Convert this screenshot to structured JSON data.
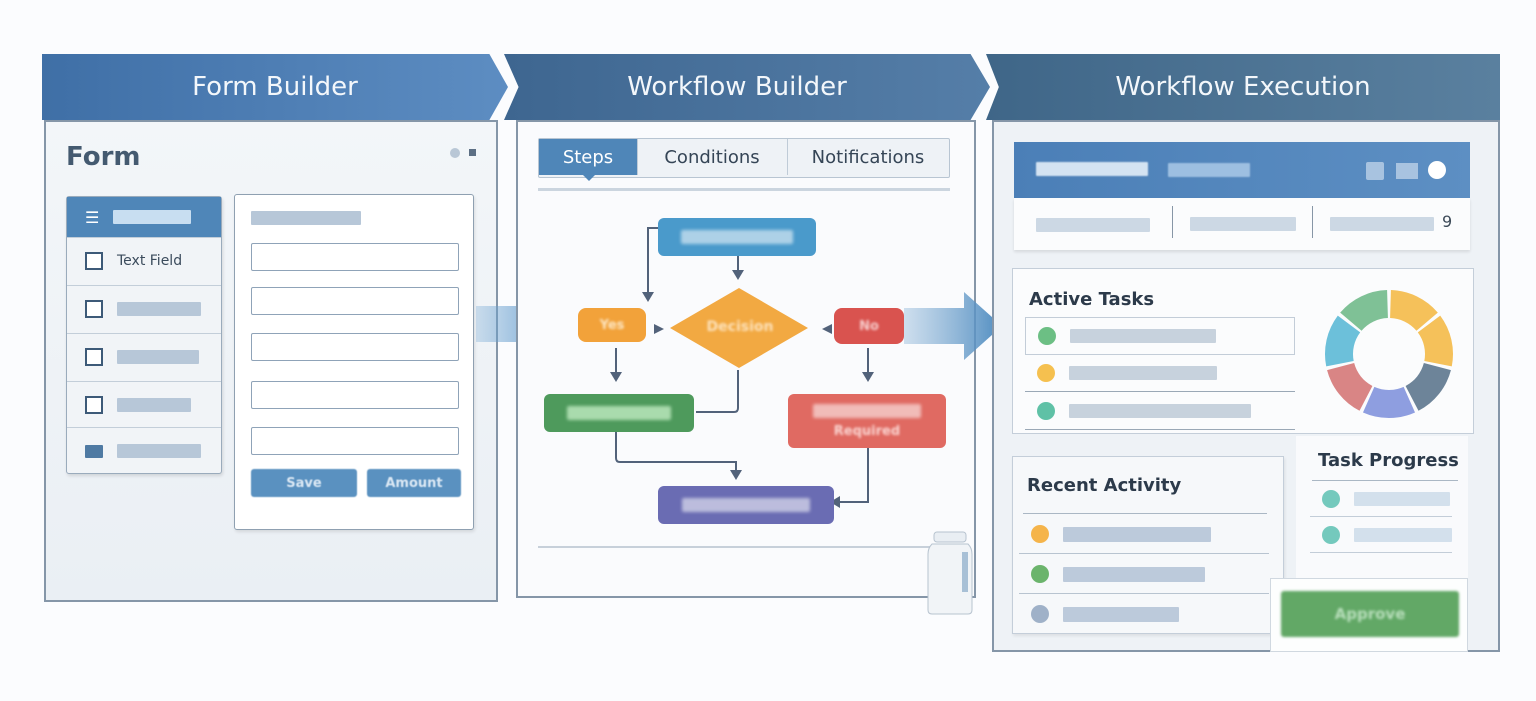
{
  "stages": {
    "form_builder": "Form Builder",
    "workflow_builder": "Workflow Builder",
    "workflow_execution": "Workflow Execution"
  },
  "form_builder": {
    "title": "Form",
    "field_list": [
      {
        "icon": "list-icon",
        "label": "",
        "selected": true
      },
      {
        "icon": "checkbox-icon",
        "label": "Text Field",
        "selected": false
      },
      {
        "icon": "checkbox-icon",
        "label": "",
        "selected": false
      },
      {
        "icon": "checkbox-icon",
        "label": "",
        "selected": false
      },
      {
        "icon": "checkbox-icon",
        "label": "",
        "selected": false
      },
      {
        "icon": "folder-icon",
        "label": "",
        "selected": false
      }
    ],
    "buttons": {
      "save": "Save",
      "amount": "Amount"
    }
  },
  "workflow_builder": {
    "tabs": [
      {
        "label": "Steps",
        "active": true
      },
      {
        "label": "Conditions",
        "active": false
      },
      {
        "label": "Notifications",
        "active": false
      }
    ],
    "nodes": {
      "start": {
        "label": "",
        "color": "#4a9acb"
      },
      "decision": {
        "label": "Decision",
        "color": "#f2a942"
      },
      "yes": {
        "label": "Yes",
        "color": "#f2a23a"
      },
      "no": {
        "label": "No",
        "color": "#d9534f"
      },
      "approve": {
        "label": "",
        "color": "#4e9a5c"
      },
      "required": {
        "label": "Required",
        "color": "#e06a62"
      },
      "end": {
        "label": "",
        "color": "#6a6cb3"
      }
    }
  },
  "workflow_execution": {
    "stats_value": "9",
    "active_tasks": {
      "title": "Active Tasks",
      "items": [
        {
          "color": "#6cbf84"
        },
        {
          "color": "#f5c04f"
        },
        {
          "color": "#5fc1a6"
        }
      ]
    },
    "donut": {
      "segments": [
        {
          "color": "#f5c15a",
          "value": 1
        },
        {
          "color": "#f5c15a",
          "value": 1
        },
        {
          "color": "#6d8499",
          "value": 1
        },
        {
          "color": "#8e9ee0",
          "value": 1
        },
        {
          "color": "#d98585",
          "value": 1
        },
        {
          "color": "#6cc0da",
          "value": 1
        },
        {
          "color": "#7fc196",
          "value": 1
        }
      ]
    },
    "recent_activity": {
      "title": "Recent Activity",
      "items": [
        {
          "color": "#f5b44a"
        },
        {
          "color": "#6bb46c"
        },
        {
          "color": "#9fb1c8"
        }
      ]
    },
    "task_progress": {
      "title": "Task Progress",
      "items": [
        {
          "color": "#74c9bd"
        },
        {
          "color": "#74c9bd"
        }
      ]
    },
    "approve_button": "Approve"
  }
}
